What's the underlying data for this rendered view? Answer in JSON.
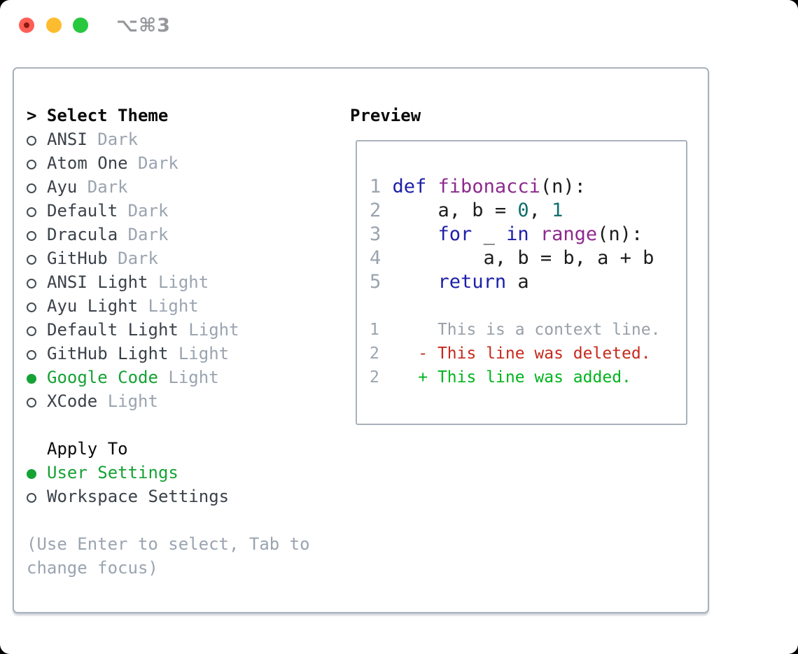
{
  "window": {
    "title": "⌥⌘3",
    "traffic_lights": [
      {
        "name": "close",
        "color": "#fe5e56"
      },
      {
        "name": "minimize",
        "color": "#fdbc2f"
      },
      {
        "name": "zoom",
        "color": "#27c83e"
      }
    ]
  },
  "theme_panel": {
    "header": {
      "prefix": ">",
      "label": "Select Theme"
    },
    "bullet_selected": "●",
    "bullet_unselected": "○",
    "themes": [
      {
        "name": "ANSI",
        "tag": "Dark",
        "selected": false
      },
      {
        "name": "Atom One",
        "tag": "Dark",
        "selected": false
      },
      {
        "name": "Ayu",
        "tag": "Dark",
        "selected": false
      },
      {
        "name": "Default",
        "tag": "Dark",
        "selected": false
      },
      {
        "name": "Dracula",
        "tag": "Dark",
        "selected": false
      },
      {
        "name": "GitHub",
        "tag": "Dark",
        "selected": false
      },
      {
        "name": "ANSI Light",
        "tag": "Light",
        "selected": false
      },
      {
        "name": "Ayu Light",
        "tag": "Light",
        "selected": false
      },
      {
        "name": "Default Light",
        "tag": "Light",
        "selected": false
      },
      {
        "name": "GitHub Light",
        "tag": "Light",
        "selected": false
      },
      {
        "name": "Google Code",
        "tag": "Light",
        "selected": true
      },
      {
        "name": "XCode",
        "tag": "Light",
        "selected": false
      }
    ],
    "apply_to": {
      "label": "Apply To",
      "options": [
        {
          "name": "User Settings",
          "selected": true
        },
        {
          "name": "Workspace Settings",
          "selected": false
        }
      ]
    },
    "help_lines": [
      "(Use Enter to select, Tab to",
      "change focus)"
    ]
  },
  "preview": {
    "label": "Preview",
    "code_lines": [
      [
        [
          "ln",
          "1 "
        ],
        [
          "kw",
          "def "
        ],
        [
          "fn",
          "fibonacci"
        ],
        [
          "pl",
          "(n):"
        ]
      ],
      [
        [
          "ln",
          "2 "
        ],
        [
          "pl",
          "    a, b = "
        ],
        [
          "num",
          "0"
        ],
        [
          "pl",
          ", "
        ],
        [
          "num",
          "1"
        ]
      ],
      [
        [
          "ln",
          "3 "
        ],
        [
          "pl",
          "    "
        ],
        [
          "kw",
          "for"
        ],
        [
          "pl",
          " _ "
        ],
        [
          "kw",
          "in"
        ],
        [
          "pl",
          " "
        ],
        [
          "fn",
          "range"
        ],
        [
          "pl",
          "(n):"
        ]
      ],
      [
        [
          "ln",
          "4 "
        ],
        [
          "pl",
          "        a, b = b, a + b"
        ]
      ],
      [
        [
          "ln",
          "5 "
        ],
        [
          "pl",
          "    "
        ],
        [
          "kw",
          "return"
        ],
        [
          "pl",
          " a"
        ]
      ]
    ],
    "diff_lines": [
      [
        [
          "ln",
          "1"
        ],
        [
          "ctx",
          "      This is a context line."
        ]
      ],
      [
        [
          "ln",
          "2"
        ],
        [
          "del",
          "    - This line was deleted."
        ]
      ],
      [
        [
          "ln",
          "2"
        ],
        [
          "add",
          "    + This line was added."
        ]
      ]
    ]
  },
  "colors": {
    "keyword": "#1c1fa8",
    "function": "#8e2a8e",
    "number": "#0f6f6e",
    "selection_green": "#16a234",
    "diff_added": "#00b41e",
    "diff_deleted": "#c62a1c",
    "muted_gray": "#9aa4b0",
    "panel_border": "#a9b2bc"
  }
}
